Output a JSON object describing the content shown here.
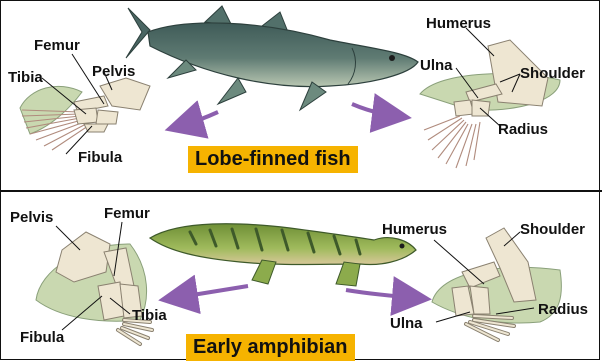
{
  "panels": {
    "top": {
      "banner": "Lobe-finned fish",
      "hind_labels": {
        "femur": "Femur",
        "tibia": "Tibia",
        "pelvis": "Pelvis",
        "fibula": "Fibula"
      },
      "fore_labels": {
        "humerus": "Humerus",
        "ulna": "Ulna",
        "shoulder": "Shoulder",
        "radius": "Radius"
      }
    },
    "bottom": {
      "banner": "Early amphibian",
      "hind_labels": {
        "pelvis": "Pelvis",
        "femur": "Femur",
        "tibia": "Tibia",
        "fibula": "Fibula"
      },
      "fore_labels": {
        "humerus": "Humerus",
        "shoulder": "Shoulder",
        "radius": "Radius",
        "ulna": "Ulna"
      }
    }
  },
  "colors": {
    "banner": "#f6b300",
    "arrow": "#8c5fae",
    "bone": "#eee6d2",
    "bone_outline": "#8a8170",
    "fish_body": "#55706a",
    "amphibian_body": "#8cab4c",
    "amphibian_stripes": "#3e5a2a",
    "flesh": "#c9d8b0"
  }
}
